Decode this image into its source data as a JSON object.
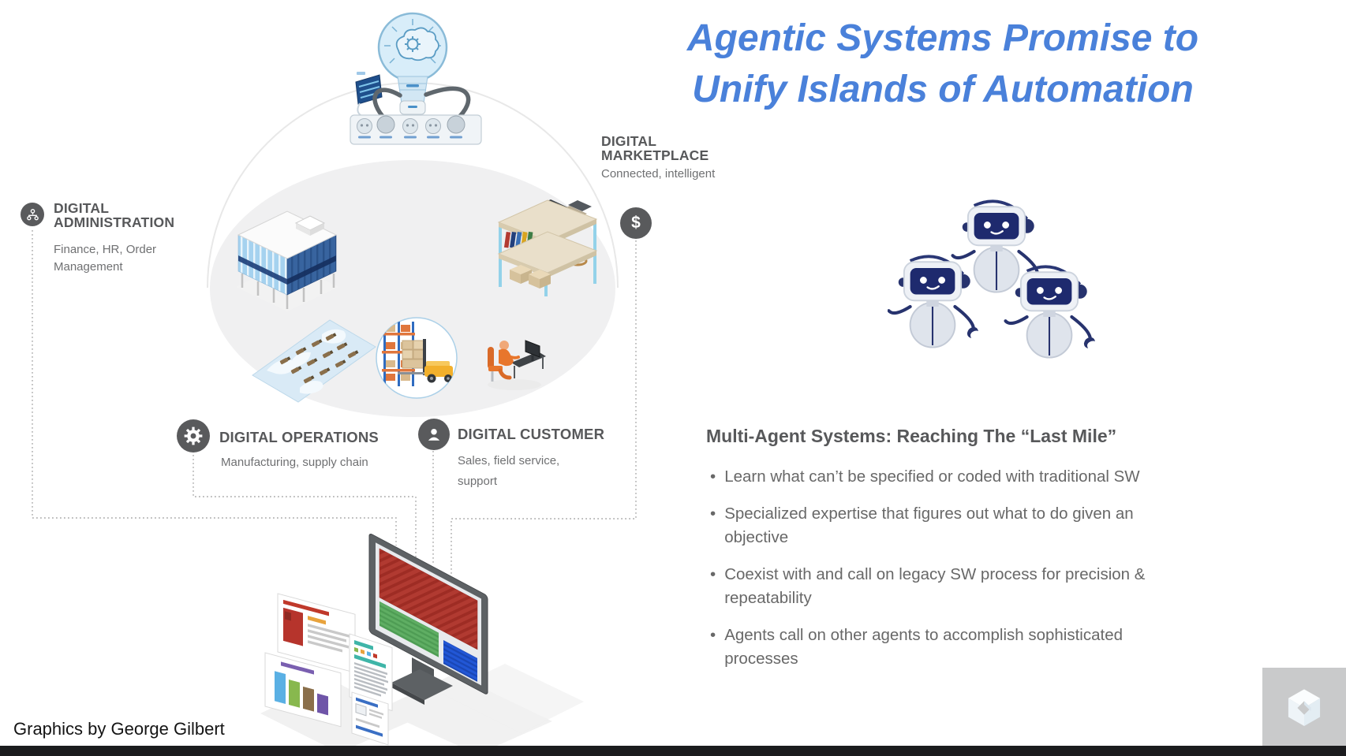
{
  "title": {
    "line1": "Agentic Systems Promise to",
    "line2": "Unify Islands of Automation",
    "color": "#4a81da"
  },
  "diagram": {
    "categories": [
      {
        "id": "administration",
        "label_line1": "DIGITAL",
        "label_line2": "ADMINISTRATION",
        "sublabel": "Finance, HR, Order Management",
        "icon": "org-chart-icon"
      },
      {
        "id": "marketplace",
        "label_line1": "DIGITAL",
        "label_line2": "MARKETPLACE",
        "sublabel": "Connected, intelligent",
        "icon": "dollar-icon",
        "icon_glyph": "$"
      },
      {
        "id": "operations",
        "label": "DIGITAL OPERATIONS",
        "sublabel": "Manufacturing, supply chain",
        "icon": "gear-icon"
      },
      {
        "id": "customer",
        "label": "DIGITAL CUSTOMER",
        "sublabel": "Sales, field service, support",
        "icon": "person-icon"
      }
    ],
    "illustrations": [
      "idea-lightbulb-brain",
      "power-strip",
      "connector-cables",
      "office-building",
      "warehouse-shelf",
      "logistics-map",
      "forklift-warehouse",
      "worker-at-desk",
      "dashboard-monitor",
      "report-cards"
    ]
  },
  "right_panel": {
    "robots_illustration": "three-robot-agents",
    "heading": "Multi-Agent Systems: Reaching The “Last Mile”",
    "bullet_glyph": "•",
    "bullets": [
      "Learn what can’t be specified or coded with traditional SW",
      "Specialized expertise that figures out what to do given an objective",
      "Coexist with and call on legacy SW process for precision & repeatability",
      "Agents call on other agents to accomplish sophisticated processes"
    ]
  },
  "footer": {
    "credit": "Graphics by George Gilbert"
  },
  "colors": {
    "title_blue": "#4a81da",
    "label_gray": "#57585a",
    "subtext_gray": "#6f7072",
    "icon_circle": "#595a5c",
    "ellipse_fill": "#f0f0f1",
    "monitor_red": "#b13a31",
    "monitor_green": "#5fae63",
    "monitor_blue": "#2257d6",
    "robot_navy": "#1e2a6e",
    "bottom_bar": "#1b1c1e"
  }
}
